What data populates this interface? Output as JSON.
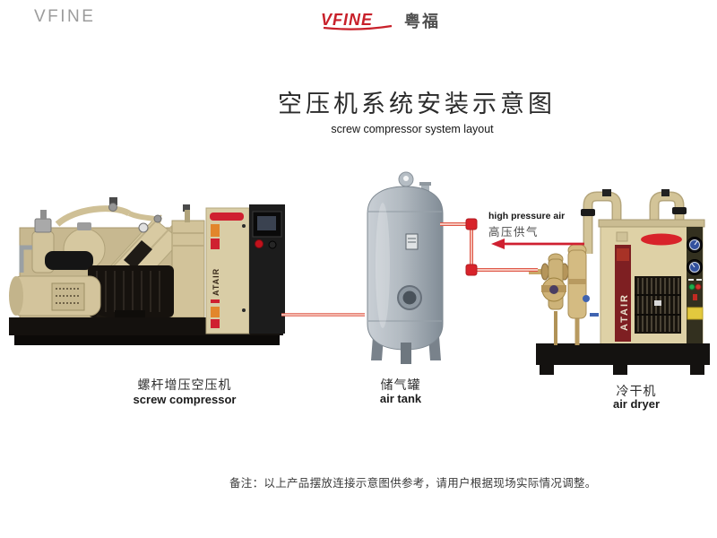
{
  "watermark": "VFINE",
  "brand": {
    "name": "VFINE",
    "name_cn": "粤福"
  },
  "header": {
    "title": "空压机系统安装示意图",
    "subtitle": "screw compressor system layout"
  },
  "annotation": {
    "en": "high pressure air",
    "zh": "高压供气"
  },
  "equipment": {
    "compressor": {
      "label_zh": "螺杆增压空压机",
      "label_en": "screw compressor",
      "badge": "ATAIR"
    },
    "tank": {
      "label_zh": "储气罐",
      "label_en": "air tank"
    },
    "dryer": {
      "label_zh": "冷干机",
      "label_en": "air dryer",
      "badge": "ATAIR"
    }
  },
  "footer": {
    "note": "备注：以上产品摆放连接示意图供参考，请用户根据现场实际情况调整。"
  },
  "colors": {
    "accent_red": "#d8232a",
    "pipe_red": "#df5848",
    "machine_beige": "#d9cda6",
    "tank_gray": "#aeb7bf"
  }
}
